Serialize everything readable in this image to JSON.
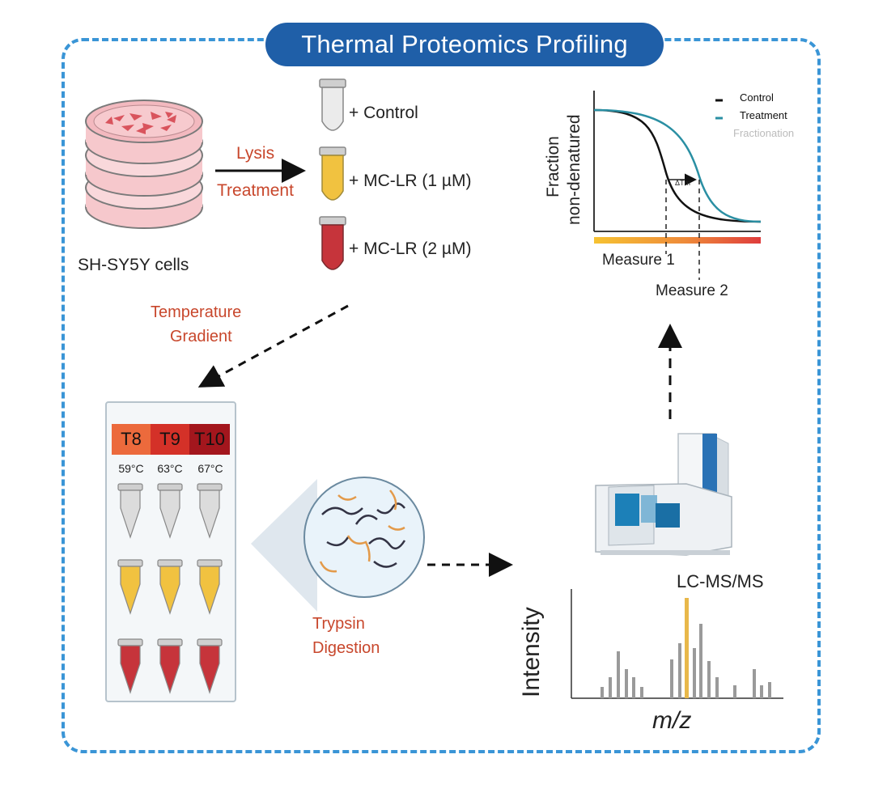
{
  "title": "Thermal Proteomics Profiling",
  "cells": {
    "label": "SH-SY5Y cells"
  },
  "step1": {
    "line1": "Lysis",
    "line2": "Treatment"
  },
  "tubes": [
    {
      "label": "+ Control",
      "color": "#dcdcdc"
    },
    {
      "label": "+ MC-LR (1 µM)",
      "color": "#f1c240"
    },
    {
      "label": "+ MC-LR (2 µM)",
      "color": "#c6343b"
    }
  ],
  "step2": {
    "line1": "Temperature",
    "line2": "Gradient"
  },
  "temperatures": [
    {
      "label": "T8",
      "temp": "59°C",
      "color": "#ec6a3c"
    },
    {
      "label": "T9",
      "temp": "63°C",
      "color": "#d43128"
    },
    {
      "label": "T10",
      "temp": "67°C",
      "color": "#a3161d"
    }
  ],
  "step3": {
    "line1": "Trypsin",
    "line2": "Digestion"
  },
  "instrument": {
    "label": "LC-MS/MS"
  },
  "spectrum": {
    "ylabel": "Intensity",
    "xlabel": "m/z"
  },
  "curve": {
    "ylabel_line1": "Fraction",
    "ylabel_line2": "non-denatured",
    "legend": [
      {
        "label": "Control",
        "color": "#111111"
      },
      {
        "label": "Treatment",
        "color": "#2a8fa3"
      },
      {
        "label": "Fractionation",
        "color": "#bbbbbb"
      }
    ],
    "tm_label": "ΔTm",
    "measure1": "Measure 1",
    "measure2": "Measure 2"
  }
}
